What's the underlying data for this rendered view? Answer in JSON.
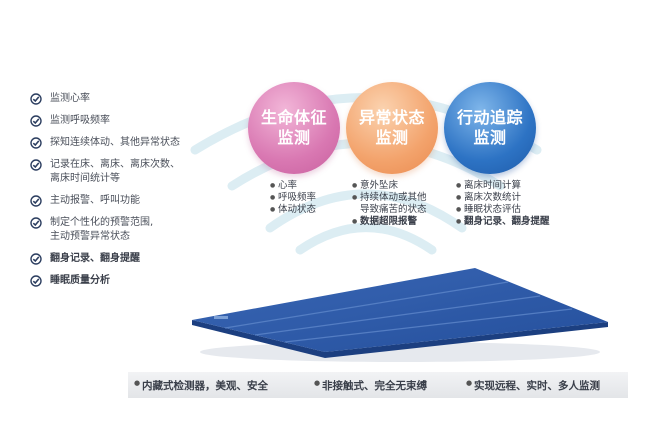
{
  "features": [
    {
      "text": "监测心率",
      "bold": false
    },
    {
      "text": "监测呼吸频率",
      "bold": false
    },
    {
      "text": "探知连续体动、其他异常状态",
      "bold": false
    },
    {
      "text": "记录在床、离床、离床次数、\n离床时间统计等",
      "bold": false
    },
    {
      "text": "主动报警、呼叫功能",
      "bold": false
    },
    {
      "text": "制定个性化的预警范围,\n主动预警异常状态",
      "bold": false
    },
    {
      "text": "翻身记录、翻身提醒",
      "bold": true
    },
    {
      "text": "睡眠质量分析",
      "bold": true
    }
  ],
  "bubbles": {
    "vital": {
      "line1": "生命体征",
      "line2": "监测"
    },
    "abnormal": {
      "line1": "异常状态",
      "line2": "监测"
    },
    "action": {
      "line1": "行动追踪",
      "line2": "监测"
    }
  },
  "vital_items": [
    "心率",
    "呼吸频率",
    "体动状态"
  ],
  "abnormal_items": [
    "意外坠床",
    "持续体动或其他\n导致痛苦的状态",
    "数据超限报警"
  ],
  "action_items": [
    "离床时间计算",
    "离床次数统计",
    "睡眠状态评估",
    "翻身记录、翻身提醒"
  ],
  "bottom": {
    "item1": "内藏式检测器，美观、安全",
    "item2": "非接触式、完全无束缚",
    "item3": "实现远程、实时、多人监测"
  },
  "colors": {
    "pink": "#d978b2",
    "orange": "#f3a36c",
    "blue": "#2d73c4",
    "mattress": "#2a57a6",
    "check": "#2c3e60",
    "wave": "#dcebf2"
  }
}
